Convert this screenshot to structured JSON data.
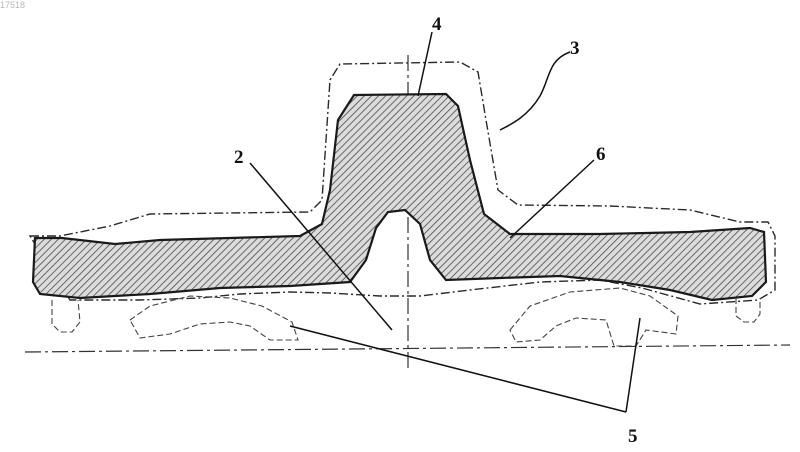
{
  "page_code": "17518",
  "labels": {
    "ref_2": "2",
    "ref_3": "3",
    "ref_4": "4",
    "ref_5": "5",
    "ref_6": "6"
  },
  "colors": {
    "ink": "#1a1a1a",
    "hatch": "#5a5a5a",
    "background": "#ffffff"
  }
}
